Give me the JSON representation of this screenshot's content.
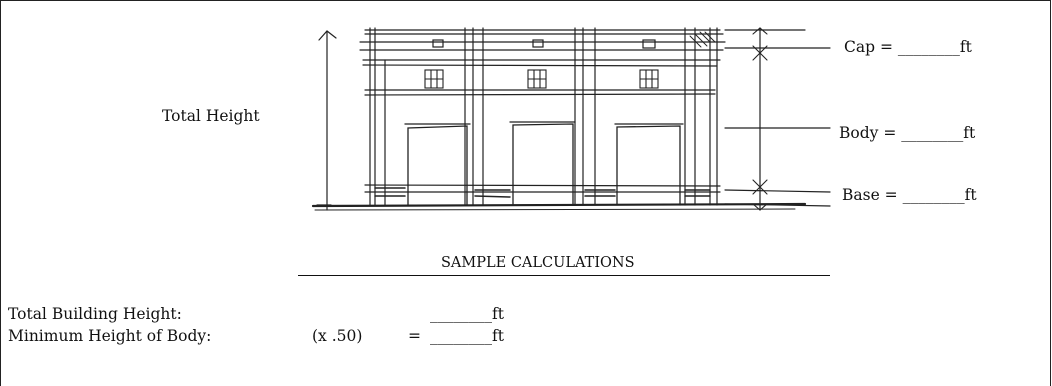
{
  "diagram": {
    "total_height_label": "Total Height",
    "cap_label": "Cap = ________ft",
    "body_label": "Body = ________ft",
    "base_label": "Base = ________ft"
  },
  "calculations": {
    "heading": "SAMPLE CALCULATIONS",
    "total_building_height_label": "Total Building Height:",
    "total_building_height_value": "________ft",
    "minimum_body_label": "Minimum Height of Body:",
    "minimum_body_factor": "(x .50)",
    "minimum_body_equals": "=",
    "minimum_body_value": "________ft"
  }
}
